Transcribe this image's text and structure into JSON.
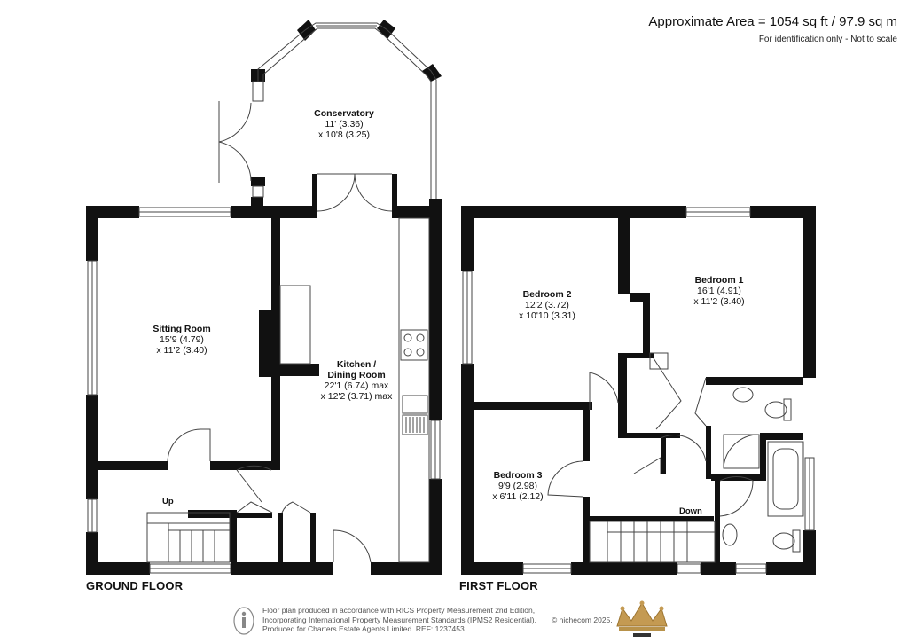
{
  "header": {
    "area": "Approximate Area = 1054 sq ft / 97.9 sq m",
    "note": "For identification only - Not to scale"
  },
  "floors": {
    "ground": "GROUND FLOOR",
    "first": "FIRST FLOOR"
  },
  "rooms": {
    "conservatory": {
      "name": "Conservatory",
      "dim1": "11' (3.36)",
      "dim2": "x 10'8 (3.25)"
    },
    "sitting": {
      "name": "Sitting Room",
      "dim1": "15'9 (4.79)",
      "dim2": "x 11'2 (3.40)"
    },
    "kitchen": {
      "name1": "Kitchen /",
      "name2": "Dining Room",
      "dim1": "22'1 (6.74) max",
      "dim2": "x 12'2 (3.71) max"
    },
    "bedroom2": {
      "name": "Bedroom 2",
      "dim1": "12'2 (3.72)",
      "dim2": "x 10'10 (3.31)"
    },
    "bedroom1": {
      "name": "Bedroom 1",
      "dim1": "16'1 (4.91)",
      "dim2": "x 11'2 (3.40)"
    },
    "bedroom3": {
      "name": "Bedroom 3",
      "dim1": "9'9 (2.98)",
      "dim2": "x 6'11 (2.12)"
    }
  },
  "stairs": {
    "up": "Up",
    "down": "Down"
  },
  "footer": {
    "line1": "Floor plan produced in accordance with RICS Property Measurement 2nd Edition,",
    "line2": "Incorporating International Property Measurement Standards (IPMS2 Residential).",
    "line3": "Produced for Charters Estate Agents Limited.   REF: 1237453",
    "credit": "© nichecom 2025.",
    "brand_color": "#b8924a"
  }
}
